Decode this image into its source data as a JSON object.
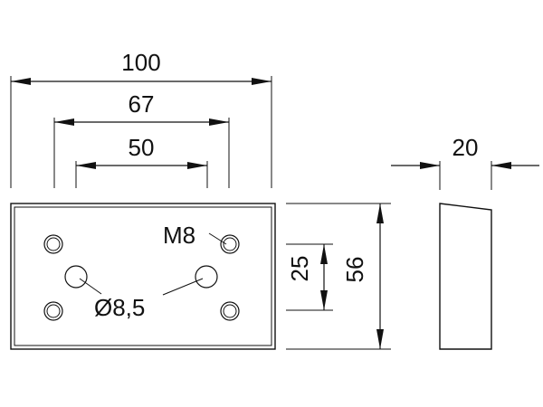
{
  "dimensions": {
    "overall_width": "100",
    "thread_spacing": "67",
    "hole_spacing": "50",
    "thickness": "20",
    "hole_vertical_offset": "25",
    "overall_height": "56"
  },
  "callouts": {
    "thread": "M8",
    "hole_diameter": "Ø8,5"
  }
}
